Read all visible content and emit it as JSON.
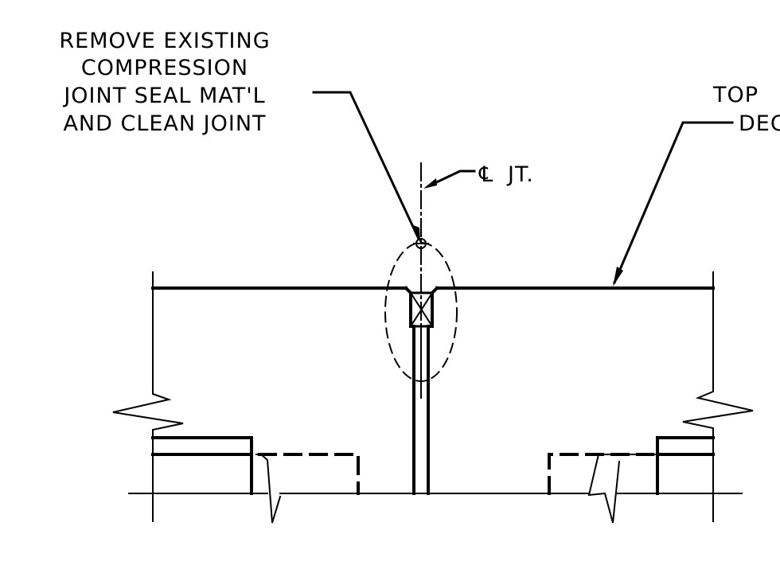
{
  "callouts": {
    "remove_seal": [
      "REMOVE EXISTING",
      "COMPRESSION",
      "JOINT SEAL MAT'L",
      "AND CLEAN JOINT"
    ],
    "top_of_deck": [
      "TOP",
      "DEC"
    ],
    "centerline": {
      "symbol": "℄",
      "text": "JT."
    }
  },
  "colors": {
    "ink": "#000000",
    "paper": "#ffffff"
  }
}
